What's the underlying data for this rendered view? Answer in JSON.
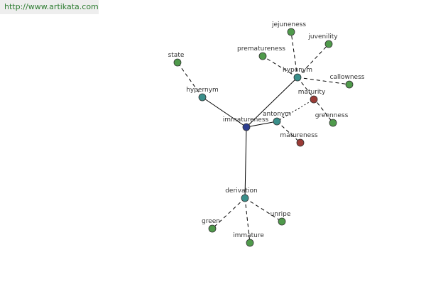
{
  "watermark": "http://www.artikata.com",
  "colors": {
    "center": "#2d3e8f",
    "relation": "#3a8f8a",
    "leaf": "#4f9a4b",
    "antonym_leaf": "#9a3b36",
    "edge": "#000000"
  },
  "nodes": [
    {
      "id": "immatureness",
      "label": "immatureness",
      "kind": "center"
    },
    {
      "id": "hypernym",
      "label": "hypernym",
      "kind": "relation"
    },
    {
      "id": "hyponym",
      "label": "hyponym",
      "kind": "relation"
    },
    {
      "id": "antonym",
      "label": "antonym",
      "kind": "relation"
    },
    {
      "id": "derivation",
      "label": "derivation",
      "kind": "relation"
    },
    {
      "id": "state",
      "label": "state",
      "kind": "leaf"
    },
    {
      "id": "jejuneness",
      "label": "jejuneness",
      "kind": "leaf"
    },
    {
      "id": "juvenility",
      "label": "juvenility",
      "kind": "leaf"
    },
    {
      "id": "prematureness",
      "label": "prematureness",
      "kind": "leaf"
    },
    {
      "id": "callowness",
      "label": "callowness",
      "kind": "leaf"
    },
    {
      "id": "greenness",
      "label": "greenness",
      "kind": "leaf"
    },
    {
      "id": "maturity",
      "label": "maturity",
      "kind": "antonym_leaf"
    },
    {
      "id": "matureness",
      "label": "matureness",
      "kind": "antonym_leaf"
    },
    {
      "id": "green",
      "label": "green",
      "kind": "leaf"
    },
    {
      "id": "immature",
      "label": "immature",
      "kind": "leaf"
    },
    {
      "id": "unripe",
      "label": "unripe",
      "kind": "leaf"
    }
  ],
  "edges": [
    {
      "from": "immatureness",
      "to": "hypernym",
      "style": "solid"
    },
    {
      "from": "immatureness",
      "to": "hyponym",
      "style": "solid"
    },
    {
      "from": "immatureness",
      "to": "antonym",
      "style": "solid"
    },
    {
      "from": "immatureness",
      "to": "derivation",
      "style": "solid"
    },
    {
      "from": "hypernym",
      "to": "state",
      "style": "dashed"
    },
    {
      "from": "hyponym",
      "to": "jejuneness",
      "style": "dashed"
    },
    {
      "from": "hyponym",
      "to": "juvenility",
      "style": "dashed"
    },
    {
      "from": "hyponym",
      "to": "prematureness",
      "style": "dashed"
    },
    {
      "from": "hyponym",
      "to": "callowness",
      "style": "dashed"
    },
    {
      "from": "hyponym",
      "to": "greenness",
      "style": "dashed"
    },
    {
      "from": "antonym",
      "to": "maturity",
      "style": "dotted"
    },
    {
      "from": "antonym",
      "to": "matureness",
      "style": "dashed"
    },
    {
      "from": "derivation",
      "to": "green",
      "style": "dashed"
    },
    {
      "from": "derivation",
      "to": "immature",
      "style": "dashed"
    },
    {
      "from": "derivation",
      "to": "unripe",
      "style": "dashed"
    }
  ]
}
